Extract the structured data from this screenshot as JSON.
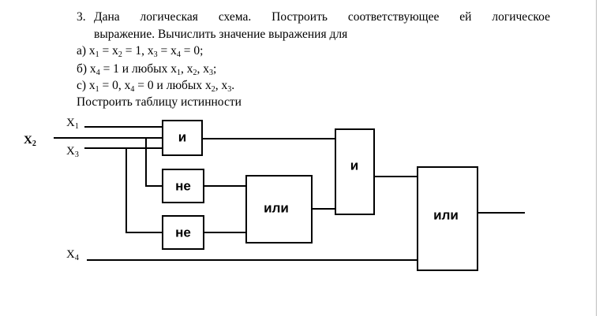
{
  "task": {
    "number": "3.",
    "line1": "Дана логическая схема. Построить соответствующее ей логическое",
    "line2": "выражение. Вычислить значение выражения для",
    "cases": [
      {
        "prefix": "а) x",
        "s1": "1",
        "m1": " = x",
        "s2": "2",
        "m2": " = 1, x",
        "s3": "3",
        "m3": " = x",
        "s4": "4",
        "m4": " = 0;"
      },
      {
        "prefix": "б) x",
        "s1": "4",
        "m1": " = 1 и любых x",
        "s2": "1",
        "m2": ", x",
        "s3": "2",
        "m3": ", x",
        "s4": "3",
        "m4": ";"
      },
      {
        "prefix": "с) x",
        "s1": "1",
        "m1": " = 0, x",
        "s2": "4",
        "m2": " = 0  и любых x",
        "s3": "2",
        "m3": ", x",
        "s4": "3",
        "m4": "."
      }
    ],
    "line6": "Построить таблицу истинности"
  },
  "diagram": {
    "inputs": {
      "x1": {
        "base": "X",
        "sub": "1"
      },
      "x2": {
        "base": "X",
        "sub": "2"
      },
      "x3": {
        "base": "X",
        "sub": "3"
      },
      "x4": {
        "base": "X",
        "sub": "4"
      }
    },
    "gates": {
      "and1": "и",
      "not1": "не",
      "not2": "не",
      "or1": "или",
      "and2": "и",
      "or2": "или"
    }
  }
}
